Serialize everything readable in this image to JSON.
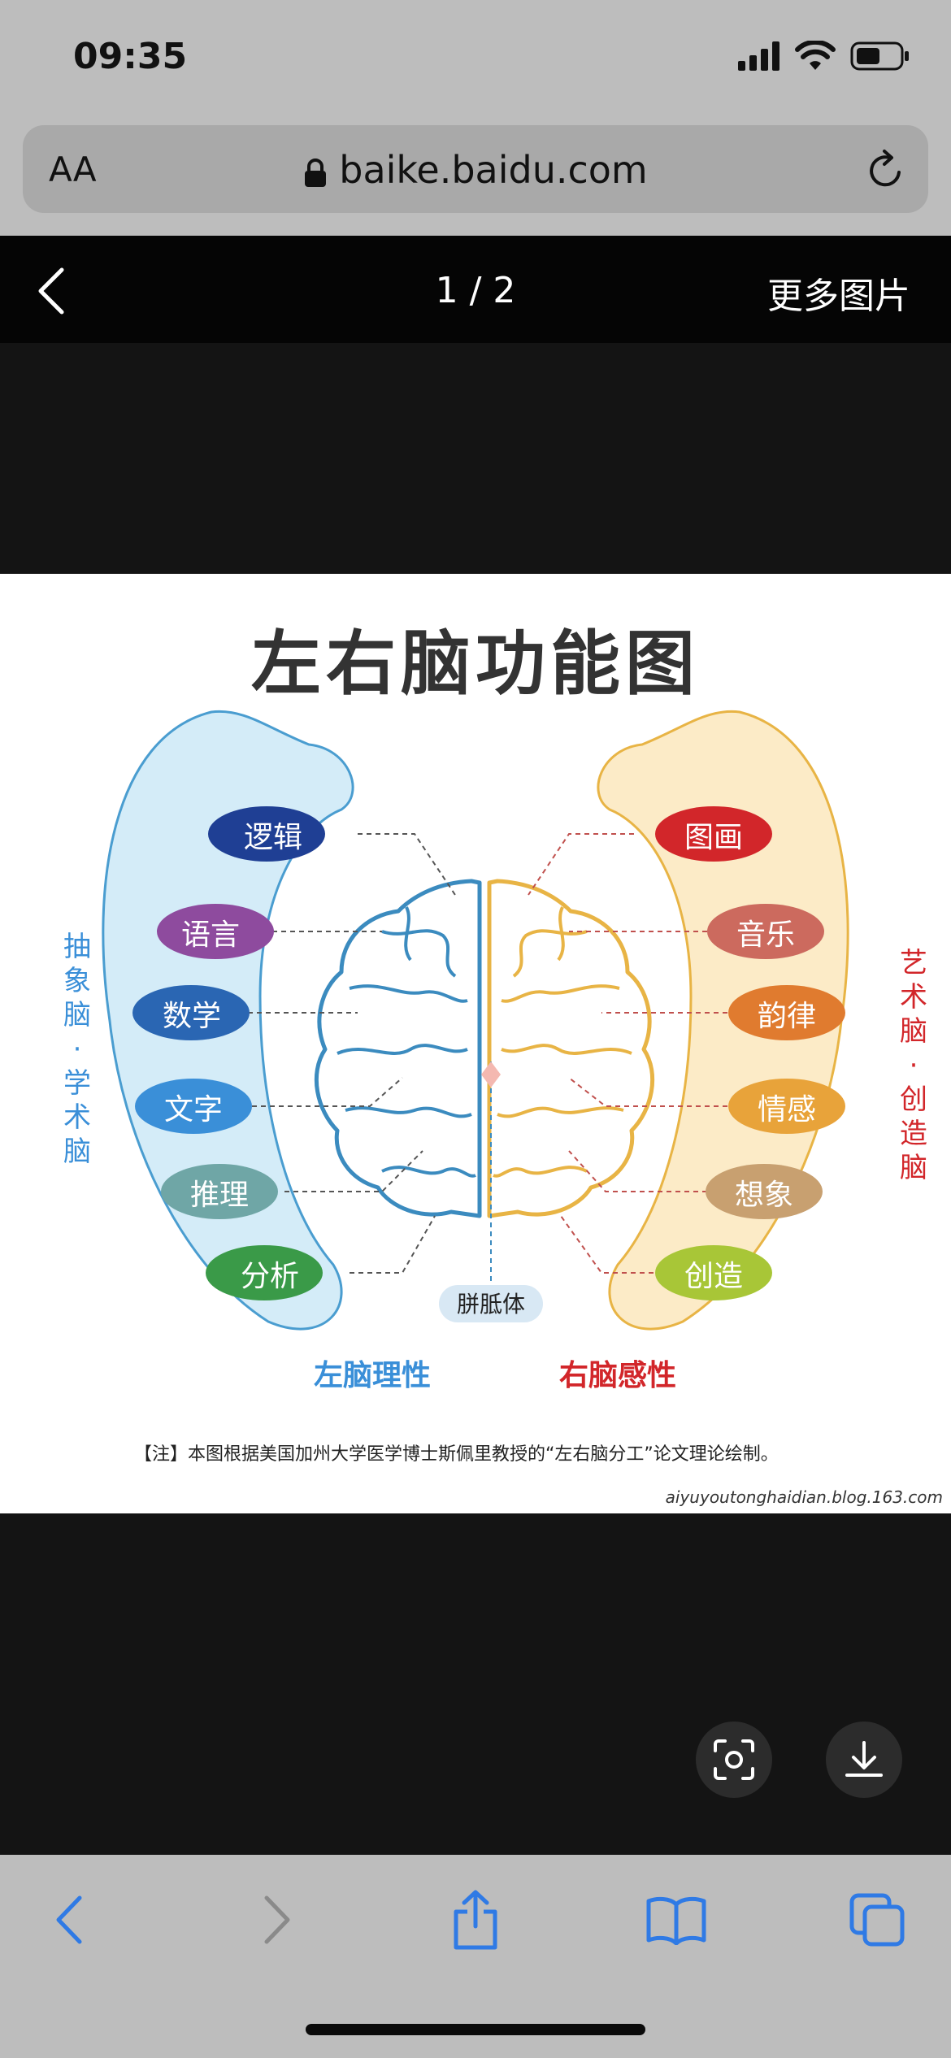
{
  "status": {
    "time": "09:35"
  },
  "browser": {
    "text_size": "AA",
    "url": "baike.baidu.com"
  },
  "gallery": {
    "counter": "1 / 2",
    "more_label": "更多图片"
  },
  "diagram": {
    "title": "左右脑功能图",
    "left_items": [
      "逻辑",
      "语言",
      "数学",
      "文字",
      "推理",
      "分析"
    ],
    "right_items": [
      "图画",
      "音乐",
      "韵律",
      "情感",
      "想象",
      "创造"
    ],
    "left_vertical": "抽象脑·学术脑",
    "right_vertical": "艺术脑·创造脑",
    "center_label": "胼胝体",
    "left_caption": "左脑理性",
    "right_caption": "右脑感性",
    "note": "【注】本图根据美国加州大学医学博士斯佩里教授的“左右脑分工”论文理论绘制。",
    "watermark": "aiyuyoutonghaidian.blog.163.com",
    "colors": {
      "left_items": [
        "#1f3f94",
        "#8e4b9e",
        "#2a66b3",
        "#3a8fd8",
        "#6fa6a6",
        "#3a9a48"
      ],
      "right_items": [
        "#d2262a",
        "#cc6a5e",
        "#e07b2f",
        "#e8a33a",
        "#c8a070",
        "#a8c637"
      ],
      "left_brain": "#3b8bbf",
      "right_brain": "#e8b445"
    }
  }
}
